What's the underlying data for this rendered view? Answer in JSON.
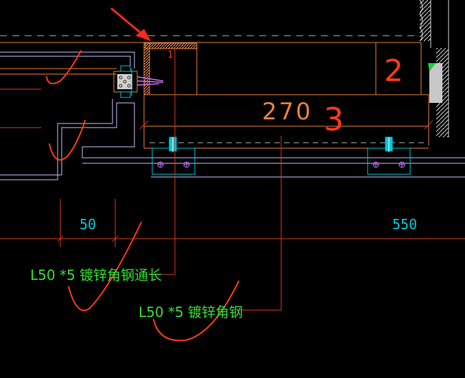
{
  "labels": {
    "marker_1": "1",
    "marker_2": "2",
    "marker_3": "3",
    "dim_270": "270",
    "dim_50": "50",
    "dim_550": "550",
    "callout_1": "L50 *5 镀锌角钢通长",
    "callout_2": "L50 *5 镀锌角钢"
  },
  "colors": {
    "background": "#000000",
    "outline": "#e8823a",
    "red_line": "#e03a1e",
    "lilac_line": "#c9c2ff",
    "dashed_line": "#b8b8b8",
    "dimension": "#00c8d8",
    "callout_text": "#33dd33",
    "markup": "#ff3a1a",
    "hatch": "#d9d9d9",
    "insulation": "#c8c8c8"
  }
}
